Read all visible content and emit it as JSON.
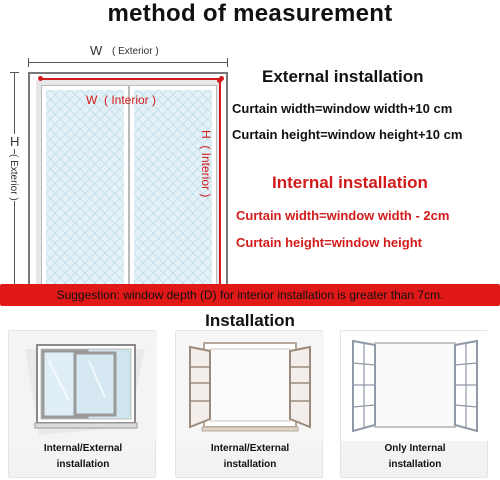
{
  "title": "method of measurement",
  "diagram": {
    "w_letter": "W",
    "w_exterior": "( Exterior )",
    "w_interior": "W  ( Interior )",
    "h_letter": "H",
    "h_exterior": "( Exterior )",
    "h_interior": "H  ( Interior )"
  },
  "external": {
    "heading": "External installation",
    "line1": "Curtain width=window width+10 cm",
    "line2": "Curtain height=window height+10 cm"
  },
  "internal": {
    "heading": "Internal installation",
    "line1": "Curtain width=window width - 2cm",
    "line2": "Curtain height=window height"
  },
  "suggestion": "Suggestion: window depth (D) for interior installation is greater than 7cm.",
  "installation": {
    "title": "Installation",
    "panels": [
      {
        "line1": "Internal/External",
        "line2": "installation"
      },
      {
        "line1": "Internal/External",
        "line2": "installation"
      },
      {
        "line1": "Only Internal",
        "line2": "installation"
      }
    ]
  },
  "colors": {
    "accent_red": "#d21b1b",
    "banner_red": "#e01818"
  }
}
